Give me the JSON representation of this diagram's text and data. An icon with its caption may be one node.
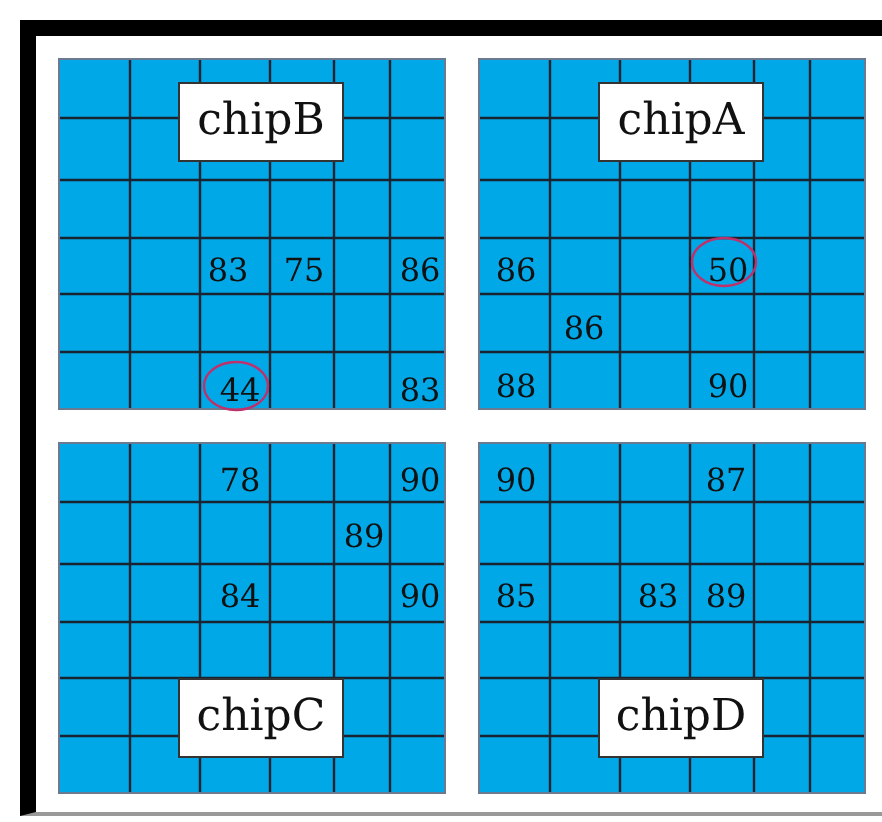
{
  "diagram": {
    "nodes": [
      {
        "text": [
          "chipB"
        ]
      },
      {
        "text": [
          "chipA"
        ]
      },
      {
        "text": [
          "chipC"
        ]
      },
      {
        "text": [
          "chipD"
        ]
      }
    ],
    "labels": [
      "83",
      "75",
      "86",
      "86",
      "50",
      "86",
      "44",
      "83",
      "88",
      "90",
      "78",
      "90",
      "90",
      "87",
      "89",
      "84",
      "90",
      "85",
      "83",
      "89"
    ]
  }
}
